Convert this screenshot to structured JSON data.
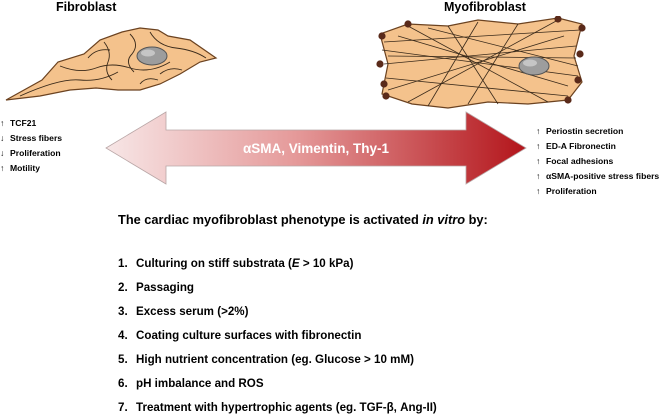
{
  "fibroblast": {
    "title": "Fibroblast",
    "changes": [
      {
        "arrow": "↑",
        "text": "TCF21"
      },
      {
        "arrow": "↓",
        "text": "Stress fibers"
      },
      {
        "arrow": "↓",
        "text": "Proliferation"
      },
      {
        "arrow": "↑",
        "text": "Motility"
      }
    ]
  },
  "myofibroblast": {
    "title": "Myofibroblast",
    "changes": [
      {
        "arrow": "↑",
        "text": "Periostin secretion"
      },
      {
        "arrow": "↑",
        "text": "ED-A Fibronectin"
      },
      {
        "arrow": "↑",
        "text": "Focal adhesions"
      },
      {
        "arrow": "↑",
        "text": "αSMA-positive stress fibers"
      },
      {
        "arrow": "↑",
        "text": "Proliferation"
      }
    ]
  },
  "arrow": {
    "label": "αSMA, Vimentin, Thy-1",
    "color_start": "#f7e6e6",
    "color_end": "#b3151b"
  },
  "cell_colors": {
    "body": "#f4c28c",
    "outline": "#8a5a2a",
    "dots": "#5a2a1a"
  },
  "heading": {
    "prefix": "The cardiac myofibroblast phenotype is activated ",
    "italic": "in vitro",
    "suffix": " by:"
  },
  "steps": [
    {
      "num": "1.",
      "parts": [
        {
          "t": "Culturing on stiff substrata ("
        },
        {
          "t": "E",
          "i": true
        },
        {
          "t": " > 10 kPa)"
        }
      ]
    },
    {
      "num": "2.",
      "parts": [
        {
          "t": "Passaging"
        }
      ]
    },
    {
      "num": "3.",
      "parts": [
        {
          "t": "Excess serum (>2%)"
        }
      ]
    },
    {
      "num": "4.",
      "parts": [
        {
          "t": "Coating culture surfaces with fibronectin"
        }
      ]
    },
    {
      "num": "5.",
      "parts": [
        {
          "t": "High nutrient concentration (eg. Glucose > 10 mM)"
        }
      ]
    },
    {
      "num": "6.",
      "parts": [
        {
          "t": "pH imbalance and ROS"
        }
      ]
    },
    {
      "num": "7.",
      "parts": [
        {
          "t": "Treatment with hypertrophic agents (eg. TGF-β, Ang-II)"
        }
      ]
    }
  ]
}
